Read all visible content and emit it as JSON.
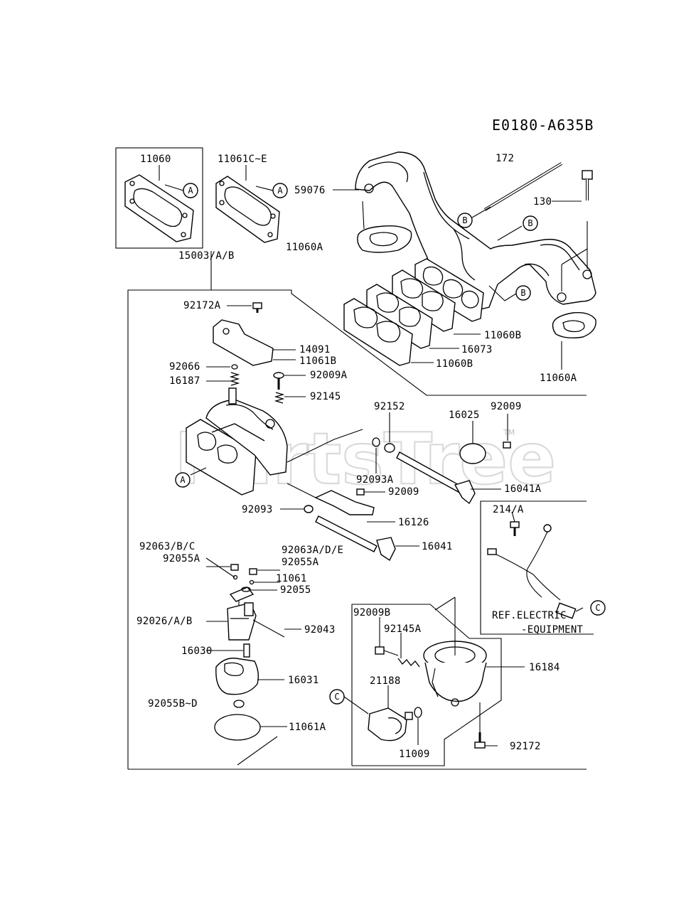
{
  "diagram_code": "E0180-A635B",
  "watermark": "PartsTree",
  "watermark_tm": "TM",
  "callout_letters": {
    "a": "A",
    "b": "B",
    "c": "C"
  },
  "labels": {
    "p11060": "11060",
    "p11061c_e": "11061C~E",
    "p11060a_top": "11060A",
    "p15003": "15003/A/B",
    "p172": "172",
    "p59076": "59076",
    "p130": "130",
    "p11060b_1": "11060B",
    "p16073": "16073",
    "p11060b_2": "11060B",
    "p11060a_right": "11060A",
    "p92172a": "92172A",
    "p14091": "14091",
    "p11061b": "11061B",
    "p92066": "92066",
    "p92009a": "92009A",
    "p16187": "16187",
    "p92145": "92145",
    "p92152": "92152",
    "p16025": "16025",
    "p92009_top": "92009",
    "p92093a": "92093A",
    "p16041a": "16041A",
    "p92009_mid": "92009",
    "p92093": "92093",
    "p16126": "16126",
    "p214a": "214/A",
    "p92063bc": "92063/B/C",
    "p92063ade": "92063A/D/E",
    "p16041": "16041",
    "p92055a_l": "92055A",
    "p92055a_r": "92055A",
    "p11061": "11061",
    "p92055": "92055",
    "p92026": "92026/A/B",
    "p92043": "92043",
    "ref_electric": "REF.ELECTRIC",
    "equipment": "-EQUIPMENT",
    "p92009b": "92009B",
    "p92145a": "92145A",
    "p16184": "16184",
    "p16030": "16030",
    "p16031": "16031",
    "p21188": "21188",
    "p92055b_d": "92055B~D",
    "p11061a": "11061A",
    "p11009": "11009",
    "p92172": "92172"
  }
}
